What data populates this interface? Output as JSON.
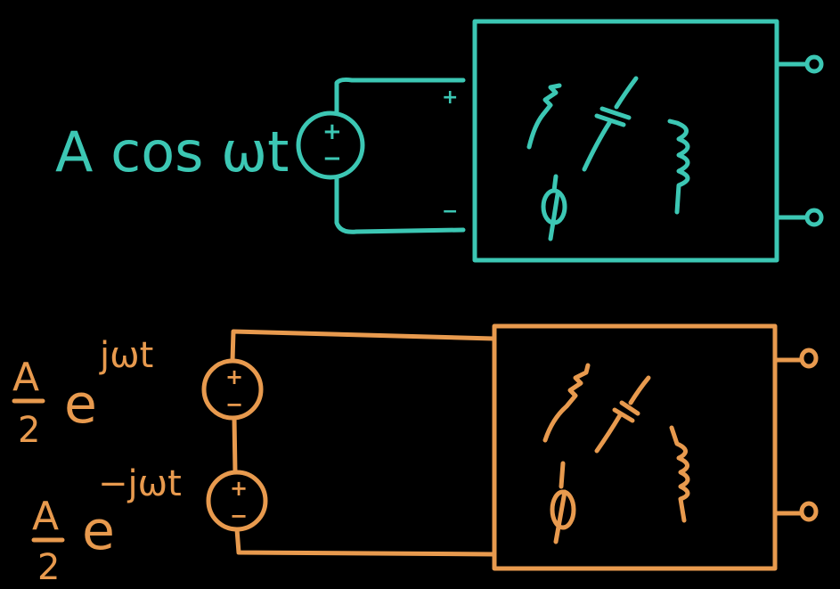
{
  "top_circuit": {
    "source_label": "A cos ωt",
    "plus": "+",
    "minus": "−",
    "color": "#3cc7b4"
  },
  "bottom_circuit": {
    "source1": {
      "coef_num": "A",
      "coef_den": "2",
      "base": "e",
      "exponent": "jωt"
    },
    "source2": {
      "coef_num": "A",
      "coef_den": "2",
      "base": "e",
      "exponent": "−jωt"
    },
    "plus": "+",
    "minus": "−",
    "color": "#e89a4e"
  }
}
